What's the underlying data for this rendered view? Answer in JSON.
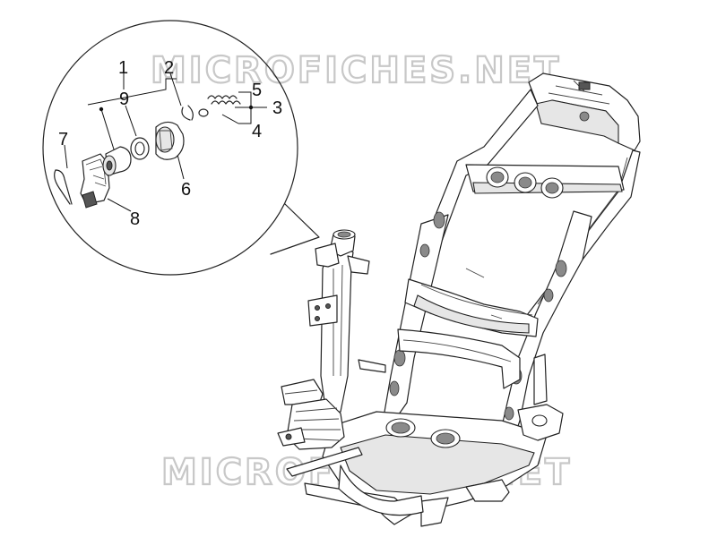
{
  "watermark": {
    "top_text": "MICROFICHES.NET",
    "bottom_text": "MICROFICHES.NET"
  },
  "callouts": {
    "c1": "1",
    "c2": "2",
    "c3": "3",
    "c4": "4",
    "c5": "5",
    "c6": "6",
    "c7": "7",
    "c8": "8",
    "c9": "9"
  },
  "colors": {
    "line": "#222222",
    "watermark": "#c8c8c8",
    "background": "#ffffff"
  }
}
